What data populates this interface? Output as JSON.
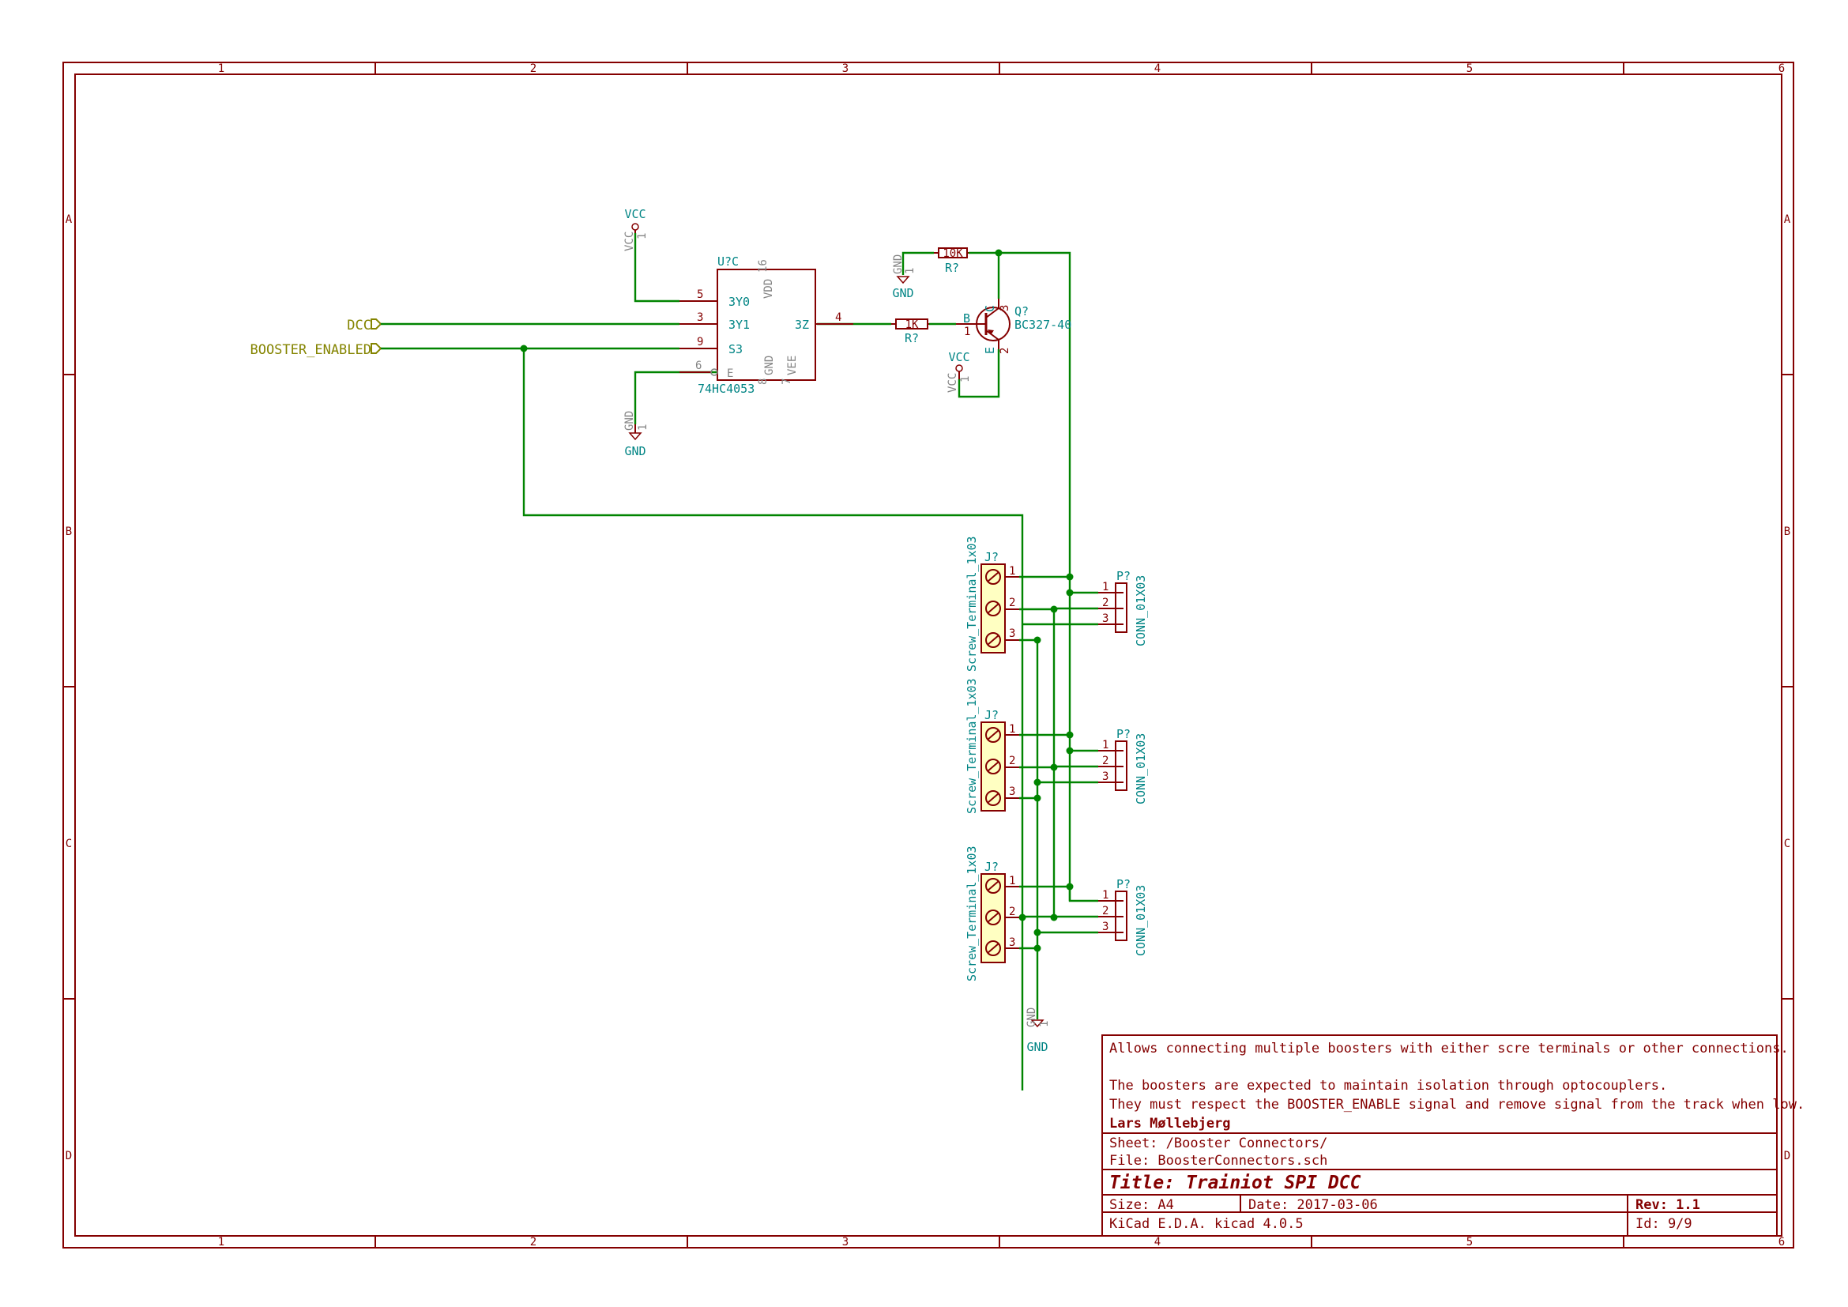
{
  "frame": {
    "columns": [
      "1",
      "2",
      "3",
      "4",
      "5",
      "6"
    ],
    "rows": [
      "A",
      "B",
      "C",
      "D"
    ]
  },
  "labels": {
    "dcc": "DCC",
    "booster_enabled": "BOOSTER_ENABLED"
  },
  "mux": {
    "ref": "U?C",
    "value": "74HC4053",
    "vdd": "VDD",
    "gnd": "GND",
    "vee": "VEE",
    "pins": [
      {
        "num": "5",
        "name": "3Y0"
      },
      {
        "num": "3",
        "name": "3Y1"
      },
      {
        "num": "9",
        "name": "S3"
      },
      {
        "num": "6",
        "name": "E"
      },
      {
        "num": "4",
        "name": "3Z"
      },
      {
        "num": "16",
        "name": ""
      },
      {
        "num": "8",
        "name": ""
      },
      {
        "num": "7",
        "name": ""
      }
    ]
  },
  "resistors": [
    {
      "value": "10K",
      "ref": "R?"
    },
    {
      "value": "1K",
      "ref": "R?"
    }
  ],
  "transistor": {
    "ref": "Q?",
    "value": "BC327-40",
    "pin_b": "B",
    "pin_c": "C",
    "pin_e": "E",
    "num_b": "1",
    "num_c": "3",
    "num_e": "2"
  },
  "power": {
    "vcc": "VCC",
    "gnd": "GND",
    "pin1": "1"
  },
  "terminals": {
    "ref": "J?",
    "value": "Screw_Terminal_1x03",
    "pins": [
      "1",
      "2",
      "3"
    ]
  },
  "connectors": {
    "ref": "P?",
    "value": "CONN_01X03",
    "pins": [
      "1",
      "2",
      "3"
    ]
  },
  "titleblock": {
    "comment1": "Allows connecting multiple boosters with either scre terminals or other connections.",
    "comment2": "The boosters are expected to maintain isolation through optocouplers.",
    "comment3": "They must respect the BOOSTER_ENABLE signal and remove signal from the track when low.",
    "author": "Lars Møllebjerg",
    "sheet": "Sheet: /Booster Connectors/",
    "file": "File: BoosterConnectors.sch",
    "title": "Title: Trainiot SPI DCC",
    "size": "Size: A4",
    "date": "Date: 2017-03-06",
    "rev": "Rev: 1.1",
    "tool": "KiCad E.D.A.  kicad 4.0.5",
    "id": "Id: 9/9"
  }
}
